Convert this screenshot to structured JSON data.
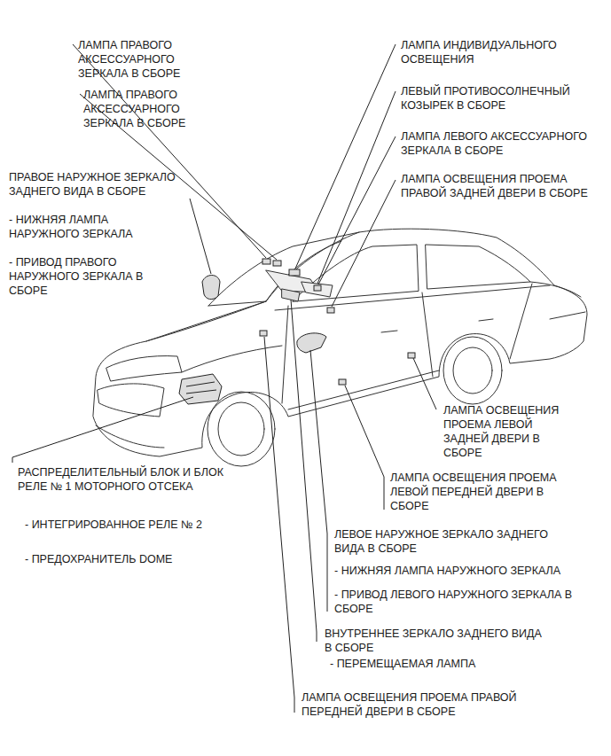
{
  "diagram": {
    "labels": [
      "ЛАМПА ПРАВОГО АКСЕССУАРНОГО ЗЕРКАЛА В СБОРЕ",
      "ЛАМПА ПРАВОГО АКСЕССУАРНОГО ЗЕРКАЛА В СБОРЕ",
      "ПРАВОЕ НАРУЖНОЕ ЗЕРКАЛО ЗАДНЕГО ВИДА В СБОРЕ",
      "- НИЖНЯЯ ЛАМПА НАРУЖНОГО ЗЕРКАЛА",
      "- ПРИВОД ПРАВОГО НАРУЖНОГО ЗЕРКАЛА В СБОРЕ",
      "ЛАМПА ИНДИВИДУАЛЬНОГО ОСВЕЩЕНИЯ",
      "ЛЕВЫЙ ПРОТИВОСОЛНЕЧНЫЙ КОЗЫРЕК В СБОРЕ",
      "ЛАМПА ЛЕВОГО АКСЕССУАРНОГО ЗЕРКАЛА В СБОРЕ",
      "ЛАМПА ОСВЕЩЕНИЯ ПРОЕМА ПРАВОЙ ЗАДНЕЙ ДВЕРИ В СБОРЕ",
      "ЛАМПА ОСВЕЩЕНИЯ ПРОЕМА ЛЕВОЙ ЗАДНЕЙ ДВЕРИ В СБОРЕ",
      "РАСПРЕДЕЛИТЕЛЬНЫЙ БЛОК И БЛОК РЕЛЕ № 1 МОТОРНОГО ОТСЕКА",
      "- ИНТЕГРИРОВАННОЕ РЕЛЕ № 2",
      "- ПРЕДОХРАНИТЕЛЬ DOME",
      "ЛАМПА ОСВЕЩЕНИЯ ПРОЕМА ЛЕВОЙ ПЕРЕДНЕЙ ДВЕРИ В СБОРЕ",
      "ЛЕВОЕ НАРУЖНОЕ ЗЕРКАЛО ЗАДНЕГО ВИДА В СБОРЕ",
      "- НИЖНЯЯ ЛАМПА НАРУЖНОГО ЗЕРКАЛА",
      "- ПРИВОД ЛЕВОГО НАРУЖНОГО ЗЕРКАЛА В СБОРЕ",
      "ВНУТРЕННЕЕ ЗЕРКАЛО ЗАДНЕГО ВИДА В СБОРЕ",
      "- ПЕРЕМЕЩАЕМАЯ ЛАМПА",
      "ЛАМПА ОСВЕЩЕНИЯ ПРОЕМА ПРАВОЙ ПЕРЕДНЕЙ ДВЕРИ В СБОРЕ"
    ]
  }
}
